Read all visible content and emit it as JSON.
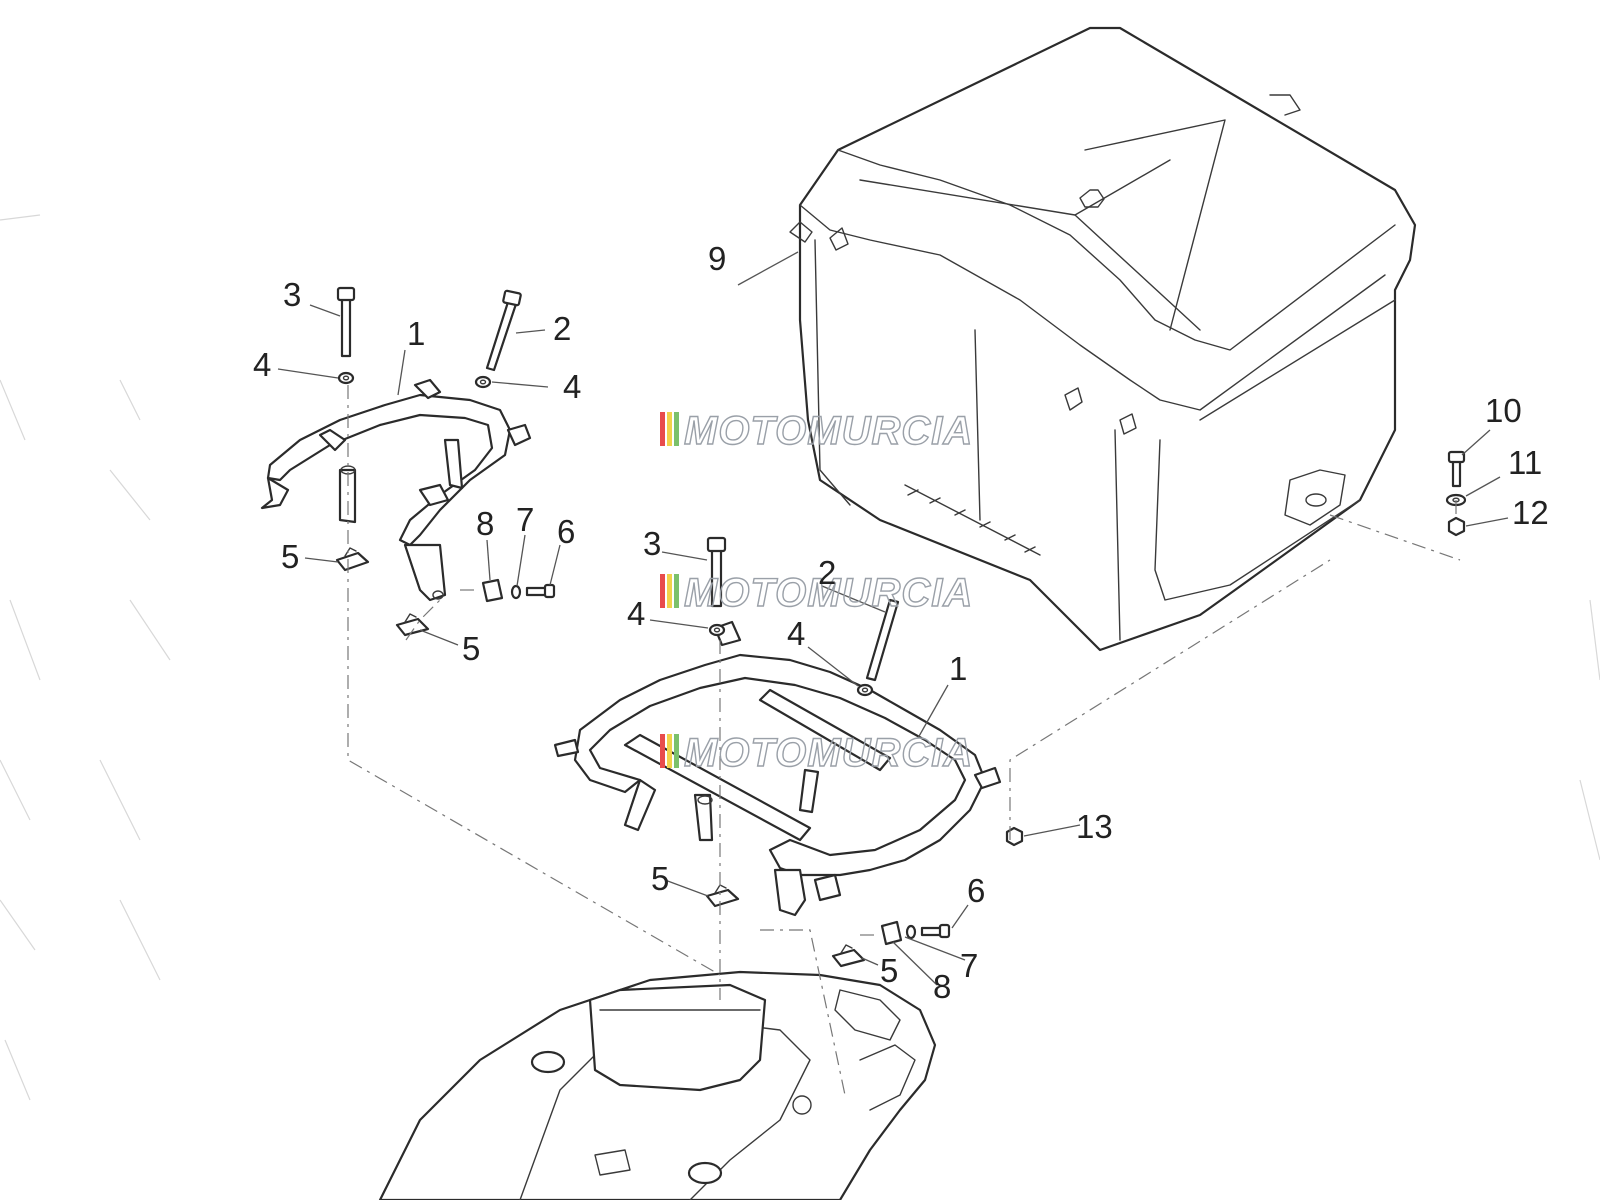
{
  "diagram": {
    "watermarks": [
      "MOTOMURCIA",
      "MOTOMURCIA",
      "MOTOMURCIA"
    ],
    "watermark_colors": [
      "#e84c4c",
      "#f2d34a",
      "#7cc16b",
      "#9aa0a8"
    ],
    "part_labels": [
      "1",
      "1",
      "2",
      "2",
      "3",
      "3",
      "4",
      "4",
      "4",
      "4",
      "5",
      "5",
      "5",
      "5",
      "6",
      "6",
      "7",
      "7",
      "8",
      "8",
      "9",
      "10",
      "11",
      "12",
      "13"
    ],
    "parts": [
      {
        "id": "1",
        "icon": "rack-frame-icon"
      },
      {
        "id": "2",
        "icon": "long-bolt-icon"
      },
      {
        "id": "3",
        "icon": "bolt-icon"
      },
      {
        "id": "4",
        "icon": "washer-icon"
      },
      {
        "id": "5",
        "icon": "clip-nut-icon"
      },
      {
        "id": "6",
        "icon": "screw-icon"
      },
      {
        "id": "7",
        "icon": "washer-icon"
      },
      {
        "id": "8",
        "icon": "clip-icon"
      },
      {
        "id": "9",
        "icon": "top-case-icon"
      },
      {
        "id": "10",
        "icon": "screw-icon"
      },
      {
        "id": "11",
        "icon": "washer-icon"
      },
      {
        "id": "12",
        "icon": "nut-icon"
      },
      {
        "id": "13",
        "icon": "nut-icon"
      }
    ]
  }
}
